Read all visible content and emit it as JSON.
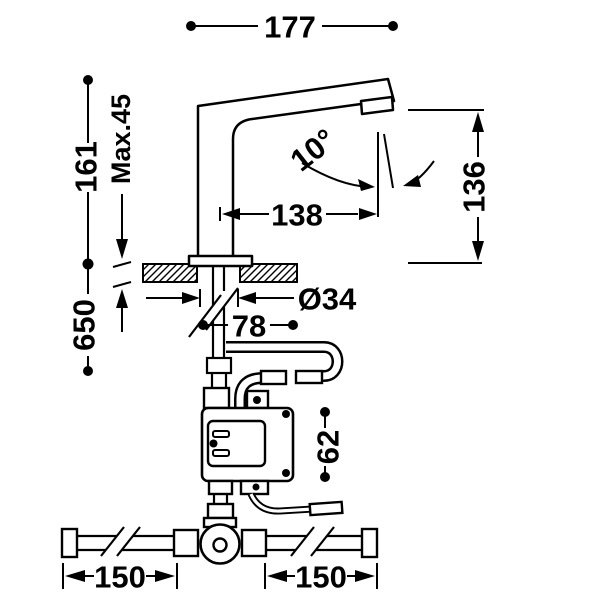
{
  "title": "Electronic sensor basin faucet — installation dimension drawing",
  "colors": {
    "line": "#000000",
    "background": "#ffffff"
  },
  "dims": {
    "total_reach": "177",
    "body_height": "161",
    "max_deck": "Max.45",
    "spout_height": "136",
    "spout_reach": "138",
    "angle": "10°",
    "shank_dia": "Ø34",
    "shank_len": "78",
    "hose_drop": "650",
    "box_height": "62",
    "pipe_left": "150",
    "pipe_right": "150"
  }
}
